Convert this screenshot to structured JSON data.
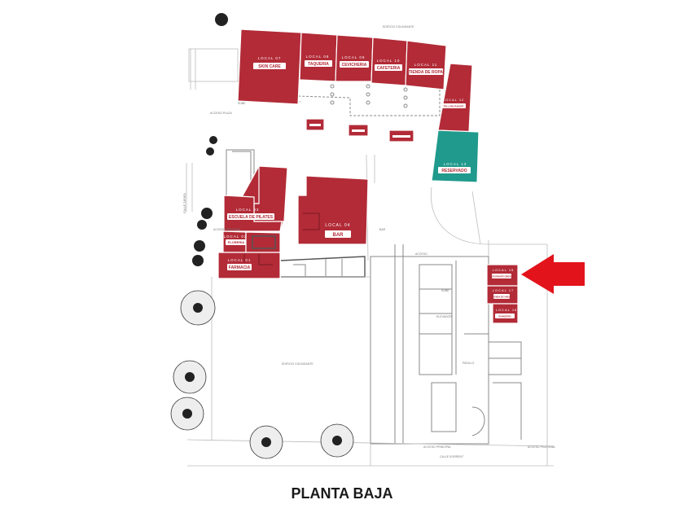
{
  "title": "PLANTA BAJA",
  "colors": {
    "unit": "#b22b37",
    "reserved": "#1f9a8c",
    "arrow": "#e3131b"
  },
  "locals": {
    "l07": {
      "small": "LOCAL 07",
      "name": "SKIN CARE"
    },
    "l08": {
      "small": "LOCAL 08",
      "name": "TAQUERIA"
    },
    "l09": {
      "small": "LOCAL 09",
      "name": "CEVICHERIA"
    },
    "l10": {
      "small": "LOCAL 10",
      "name": "CAFETERIA"
    },
    "l11": {
      "small": "LOCAL 11",
      "name": "TIENDA DE ROPA"
    },
    "l12": {
      "small": "LOCAL 12",
      "name": "TELLOW RABBIT"
    },
    "l13": {
      "small": "LOCAL 13",
      "name": "RESERVADO"
    },
    "l03": {
      "small": "LOCAL 03",
      "name": "ESCUELA DE PILATES"
    },
    "l02": {
      "small": "LOCAL 02",
      "name": "FLORERIA"
    },
    "l01": {
      "small": "LOCAL 01",
      "name": "FARMACIA"
    },
    "l04": {
      "small": "LOCAL 04",
      "name": "BAR"
    },
    "l15": {
      "small": "LOCAL 15",
      "name": "RESTAURANTE ORIENTAL"
    },
    "l17": {
      "small": "LOCAL 17",
      "name": "TIENDA DE VINOS"
    },
    "l16": {
      "small": "LOCAL 16",
      "name": "PANADERIA"
    }
  },
  "notes": {
    "edificio_top": "EDIFICIO COLINDANTE",
    "edificio_mid": "EDIFICIO COLINDANTE",
    "acceso_plaza": "ACCESO PLAZA",
    "acceso_peatonal_left": "ACCESO PEATONAL",
    "acceso_peatonal_right": "ACCESO PEATONAL",
    "acceso_principal": "ACCESO PRINCIPAL",
    "acceso": "ACCESO",
    "calle_left": "CALLE ZAPATA",
    "calle_bottom": "CALLE SORRENT",
    "sube_top": "SUBE",
    "sube_mid": "SUBE",
    "bar_note": "BAR",
    "elevador": "ELEVADOR",
    "pasillo": "PASILLO"
  }
}
